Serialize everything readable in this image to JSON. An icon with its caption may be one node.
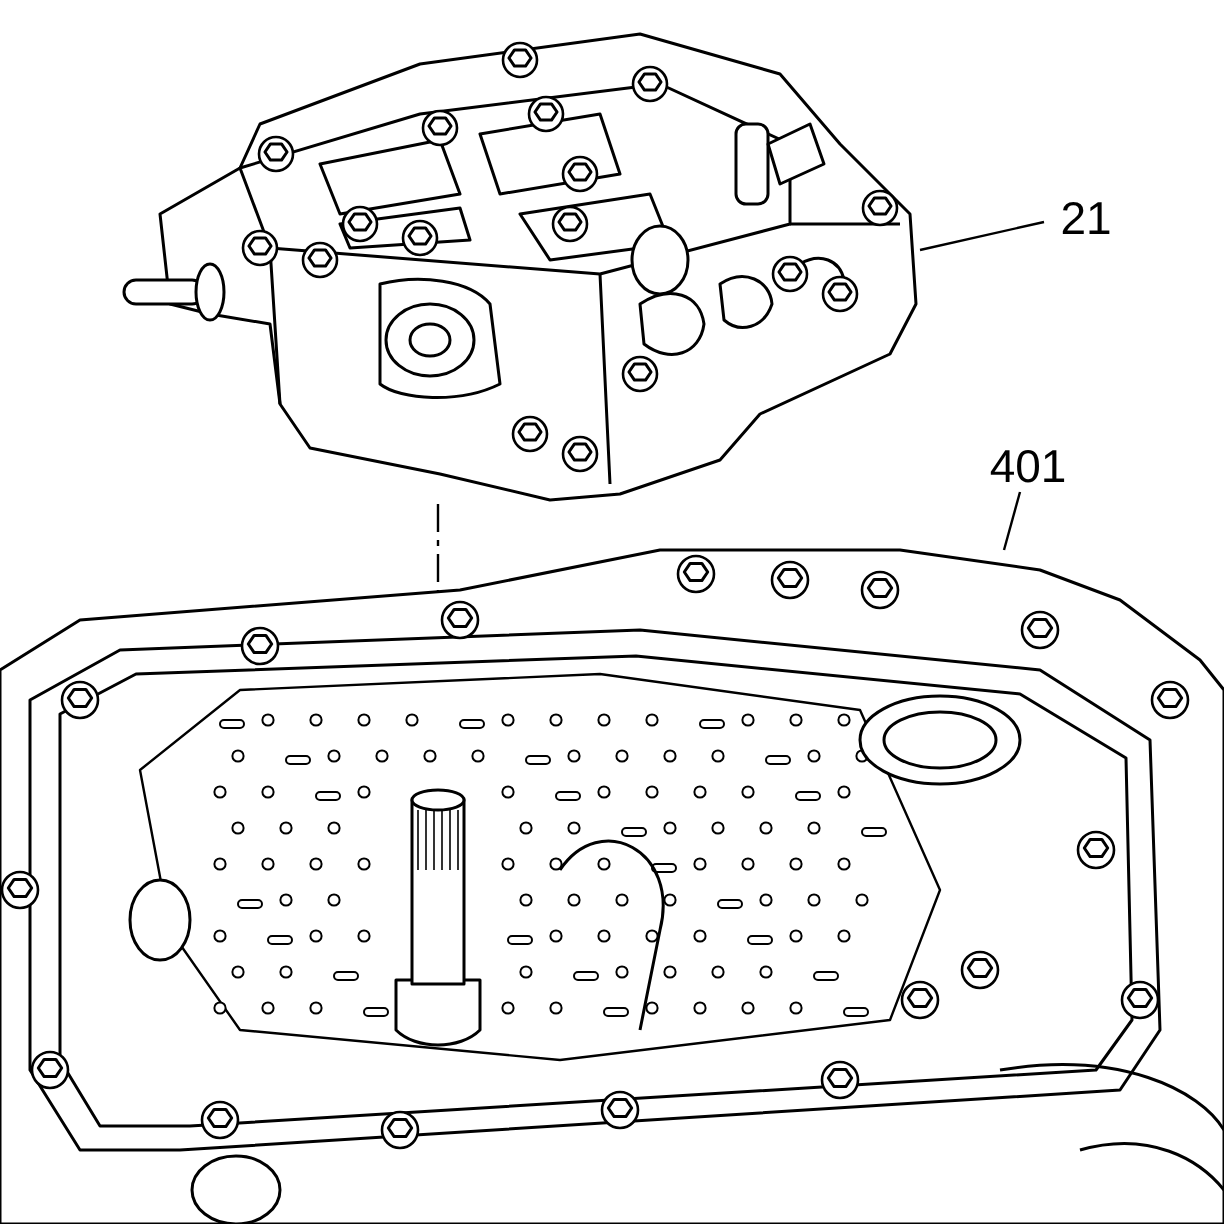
{
  "diagram": {
    "nodes": [
      {
        "text": [
          "21"
        ]
      },
      {
        "text": [
          "401"
        ]
      },
      {
        "text": [],
        "shape": "picture"
      },
      {
        "text": [],
        "shape": "picture"
      }
    ],
    "edges": [
      {
        "from": 0,
        "to": 2,
        "arrow": "none"
      },
      {
        "from": 1,
        "to": 3,
        "arrow": "none"
      }
    ]
  }
}
